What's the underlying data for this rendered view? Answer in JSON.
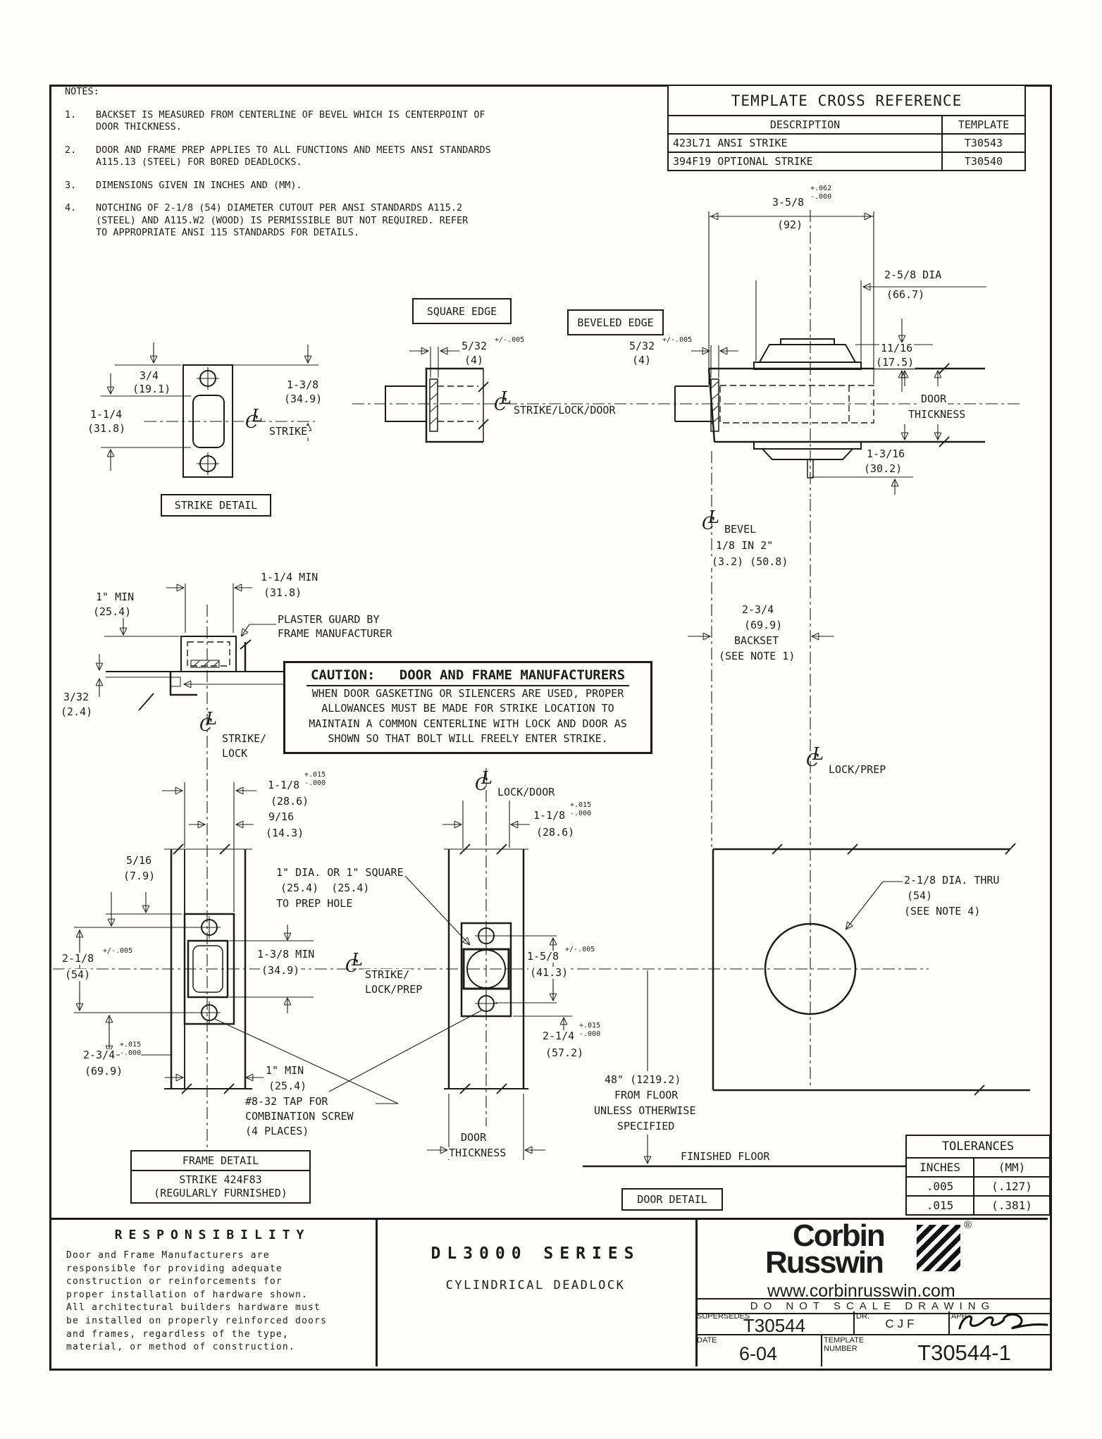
{
  "sym": {
    "c": "C",
    "l": "L"
  },
  "notes": {
    "heading": "NOTES:",
    "items": [
      {
        "num": "1.",
        "text": "BACKSET IS MEASURED FROM CENTERLINE OF BEVEL WHICH IS CENTERPOINT OF\nDOOR THICKNESS."
      },
      {
        "num": "2.",
        "text": "DOOR AND FRAME PREP APPLIES TO ALL FUNCTIONS AND MEETS ANSI STANDARDS\nA115.13 (STEEL) FOR BORED DEADLOCKS."
      },
      {
        "num": "3.",
        "text": "DIMENSIONS GIVEN IN INCHES AND (MM)."
      },
      {
        "num": "4.",
        "text": "NOTCHING OF 2-1/8 (54) DIAMETER CUTOUT PER ANSI STANDARDS A115.2\n(STEEL) AND A115.W2 (WOOD) IS PERMISSIBLE BUT NOT REQUIRED.  REFER\nTO APPROPRIATE ANSI 115 STANDARDS FOR DETAILS."
      }
    ]
  },
  "cross_reference": {
    "title": "TEMPLATE CROSS REFERENCE",
    "col_description": "DESCRIPTION",
    "col_template": "TEMPLATE",
    "rows": [
      {
        "description": "423L71 ANSI STRIKE",
        "template": "T30543"
      },
      {
        "description": "394F19 OPTIONAL STRIKE",
        "template": "T30540"
      }
    ]
  },
  "boxes": {
    "strike_detail": "STRIKE DETAIL",
    "square_edge": "SQUARE EDGE",
    "beveled_edge": "BEVELED EDGE",
    "frame_detail": "FRAME DETAIL",
    "frame_detail_line1": "STRIKE 424F83",
    "frame_detail_line2": "(REGULARLY FURNISHED)",
    "door_detail": "DOOR DETAIL"
  },
  "labels": {
    "sd_34": "3/4",
    "sd_34_mm": "(19.1)",
    "sd_114": "1-1/4",
    "sd_114_mm": "(31.8)",
    "sd_138": "1-3/8",
    "sd_138_mm": "(34.9)",
    "sd_cl": "STRIKE",
    "se_532": "5/32",
    "se_532_tol": "+/-.005",
    "se_532_mm": "(4)",
    "se_cl": "STRIKE/LOCK/DOOR",
    "be_532": "5/32",
    "be_532_tol": "+/-.005",
    "be_532_mm": "(4)",
    "be_358": "3-5/8",
    "be_358_tp": "+.062",
    "be_358_tm": "-.000",
    "be_358_mm": "(92)",
    "be_258": "2-5/8 DIA",
    "be_258_mm": "(66.7)",
    "be_1116": "11/16",
    "be_1116_mm": "(17.5)",
    "door_word": "DOOR",
    "thickness_word": "THICKNESS",
    "be_1316": "1-3/16",
    "be_1316_mm": "(30.2)",
    "bv_cl": "BEVEL",
    "bv_ratio": "1/8 IN 2\"",
    "bv_mm": "(3.2) (50.8)",
    "bs_234": "2-3/4",
    "bs_mm": "(69.9)",
    "bs_word": "BACKSET",
    "bs_note": "(SEE NOTE 1)",
    "lp_cl": "LOCK/PREP",
    "pg_1min": "1\" MIN",
    "pg_1min_mm": "(25.4)",
    "pg_114": "1-1/4 MIN",
    "pg_114_mm": "(31.8)",
    "pg_guard1": "PLASTER GUARD BY",
    "pg_guard2": "FRAME MANUFACTURER",
    "pg_332": "3/32",
    "pg_332_mm": "(2.4)",
    "pg_cl1": "STRIKE/",
    "pg_cl2": "LOCK",
    "fd_118": "1-1/8",
    "tol_p15": "+.015",
    "tol_m000": "-.000",
    "fd_118_mm": "(28.6)",
    "fd_916": "9/16",
    "fd_916_mm": "(14.3)",
    "fd_516": "5/16",
    "fd_516_mm": "(7.9)",
    "fd_218": "2-1/8",
    "fd_218_tol": "+/-.005",
    "fd_218_mm": "(54)",
    "fd_138": "1-3/8 MIN",
    "fd_138_mm": "(34.9)",
    "fd_cl1": "STRIKE/",
    "fd_cl2": "LOCK/PREP",
    "fd_234": "2-3/4",
    "fd_234_mm": "(69.9)",
    "fd_1min": "1\" MIN",
    "fd_1min_mm": "(25.4)",
    "tap1": "#8-32 TAP FOR",
    "tap2": "COMBINATION SCREW",
    "tap3": "(4 PLACES)",
    "dd_cl": "LOCK/DOOR",
    "dd_118": "1-1/8",
    "dd_118_mm": "(28.6)",
    "dia1": "1\" DIA. OR 1\" SQUARE",
    "dia2": "(25.4)  (25.4)",
    "dia3": "TO PREP HOLE",
    "dd_158": "1-5/8",
    "dd_158_tol": "+/-.005",
    "dd_158_mm": "(41.3)",
    "dd_214": "2-1/4",
    "dd_214_mm": "(57.2)",
    "dd_48a": "48\" (1219.2)",
    "dd_48b": "FROM FLOOR",
    "dd_48c": "UNLESS OTHERWISE",
    "dd_48d": "SPECIFIED",
    "floor": "FINISHED FLOOR",
    "df_218": "2-1/8 DIA. THRU",
    "df_218_mm": "(54)",
    "df_218_note": "(SEE NOTE 4)"
  },
  "caution": {
    "title": "CAUTION:   DOOR AND FRAME MANUFACTURERS",
    "lines": [
      "WHEN DOOR GASKETING OR SILENCERS ARE USED, PROPER",
      "ALLOWANCES MUST BE MADE FOR STRIKE LOCATION TO",
      "MAINTAIN A COMMON CENTERLINE WITH LOCK AND DOOR AS",
      "SHOWN SO THAT BOLT WILL FREELY ENTER STRIKE."
    ]
  },
  "tolerances": {
    "title": "TOLERANCES",
    "col_inches": "INCHES",
    "col_mm": "(MM)",
    "rows": [
      {
        "inches": ".005",
        "mm": "(.127)"
      },
      {
        "inches": ".015",
        "mm": "(.381)"
      }
    ]
  },
  "responsibility": {
    "title": "RESPONSIBILITY",
    "lines": [
      "Door and Frame Manufacturers are",
      "responsible for providing adequate",
      "construction or reinforcements for",
      "proper installation of hardware shown.",
      "All architectural builders hardware must",
      "be installed on properly reinforced doors",
      "and frames, regardless of the type,",
      "material, or method of construction."
    ]
  },
  "series": {
    "name": "DL3000 SERIES",
    "subtitle": "CYLINDRICAL DEADLOCK"
  },
  "title_block": {
    "brand_top": "Corbin",
    "brand_bottom": "Russwin",
    "registered": "®",
    "website": "www.corbinrusswin.com",
    "do_not_scale": "DO NOT SCALE DRAWING",
    "supersedes_label": "SUPERSEDES",
    "supersedes": "T30544",
    "drawn_label": "DR.",
    "drawn_by": "CJF",
    "approved_label": "APP.",
    "date_label": "DATE",
    "date": "6-04",
    "template_label_1": "TEMPLATE",
    "template_label_2": "NUMBER",
    "template_number": "T30544-1"
  }
}
